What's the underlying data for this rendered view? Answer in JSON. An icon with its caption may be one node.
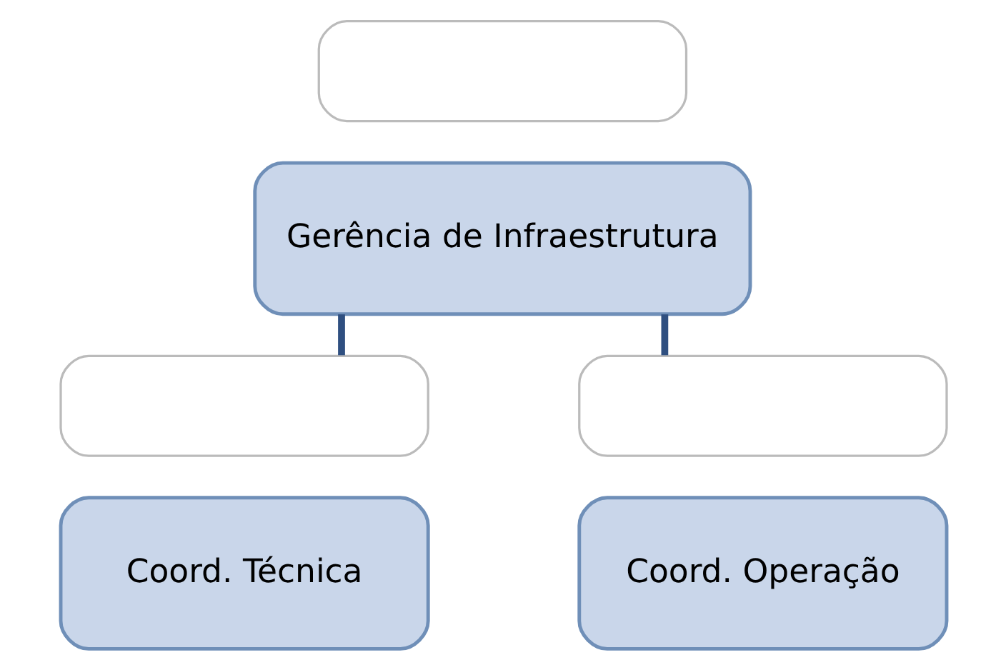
{
  "diagram": {
    "nodes": [
      {
        "text": [],
        "shape": "box"
      },
      {
        "text": [
          "Gerência de Infraestrutura"
        ]
      },
      {
        "text": [],
        "shape": "box"
      },
      {
        "text": [
          "Coord. Técnica"
        ]
      },
      {
        "text": [],
        "shape": "box"
      },
      {
        "text": [
          "Coord. Operação"
        ]
      }
    ],
    "edges": [
      {
        "from": 1,
        "to": 2,
        "arrow": "none"
      },
      {
        "from": 1,
        "to": 4,
        "arrow": "none"
      }
    ]
  }
}
